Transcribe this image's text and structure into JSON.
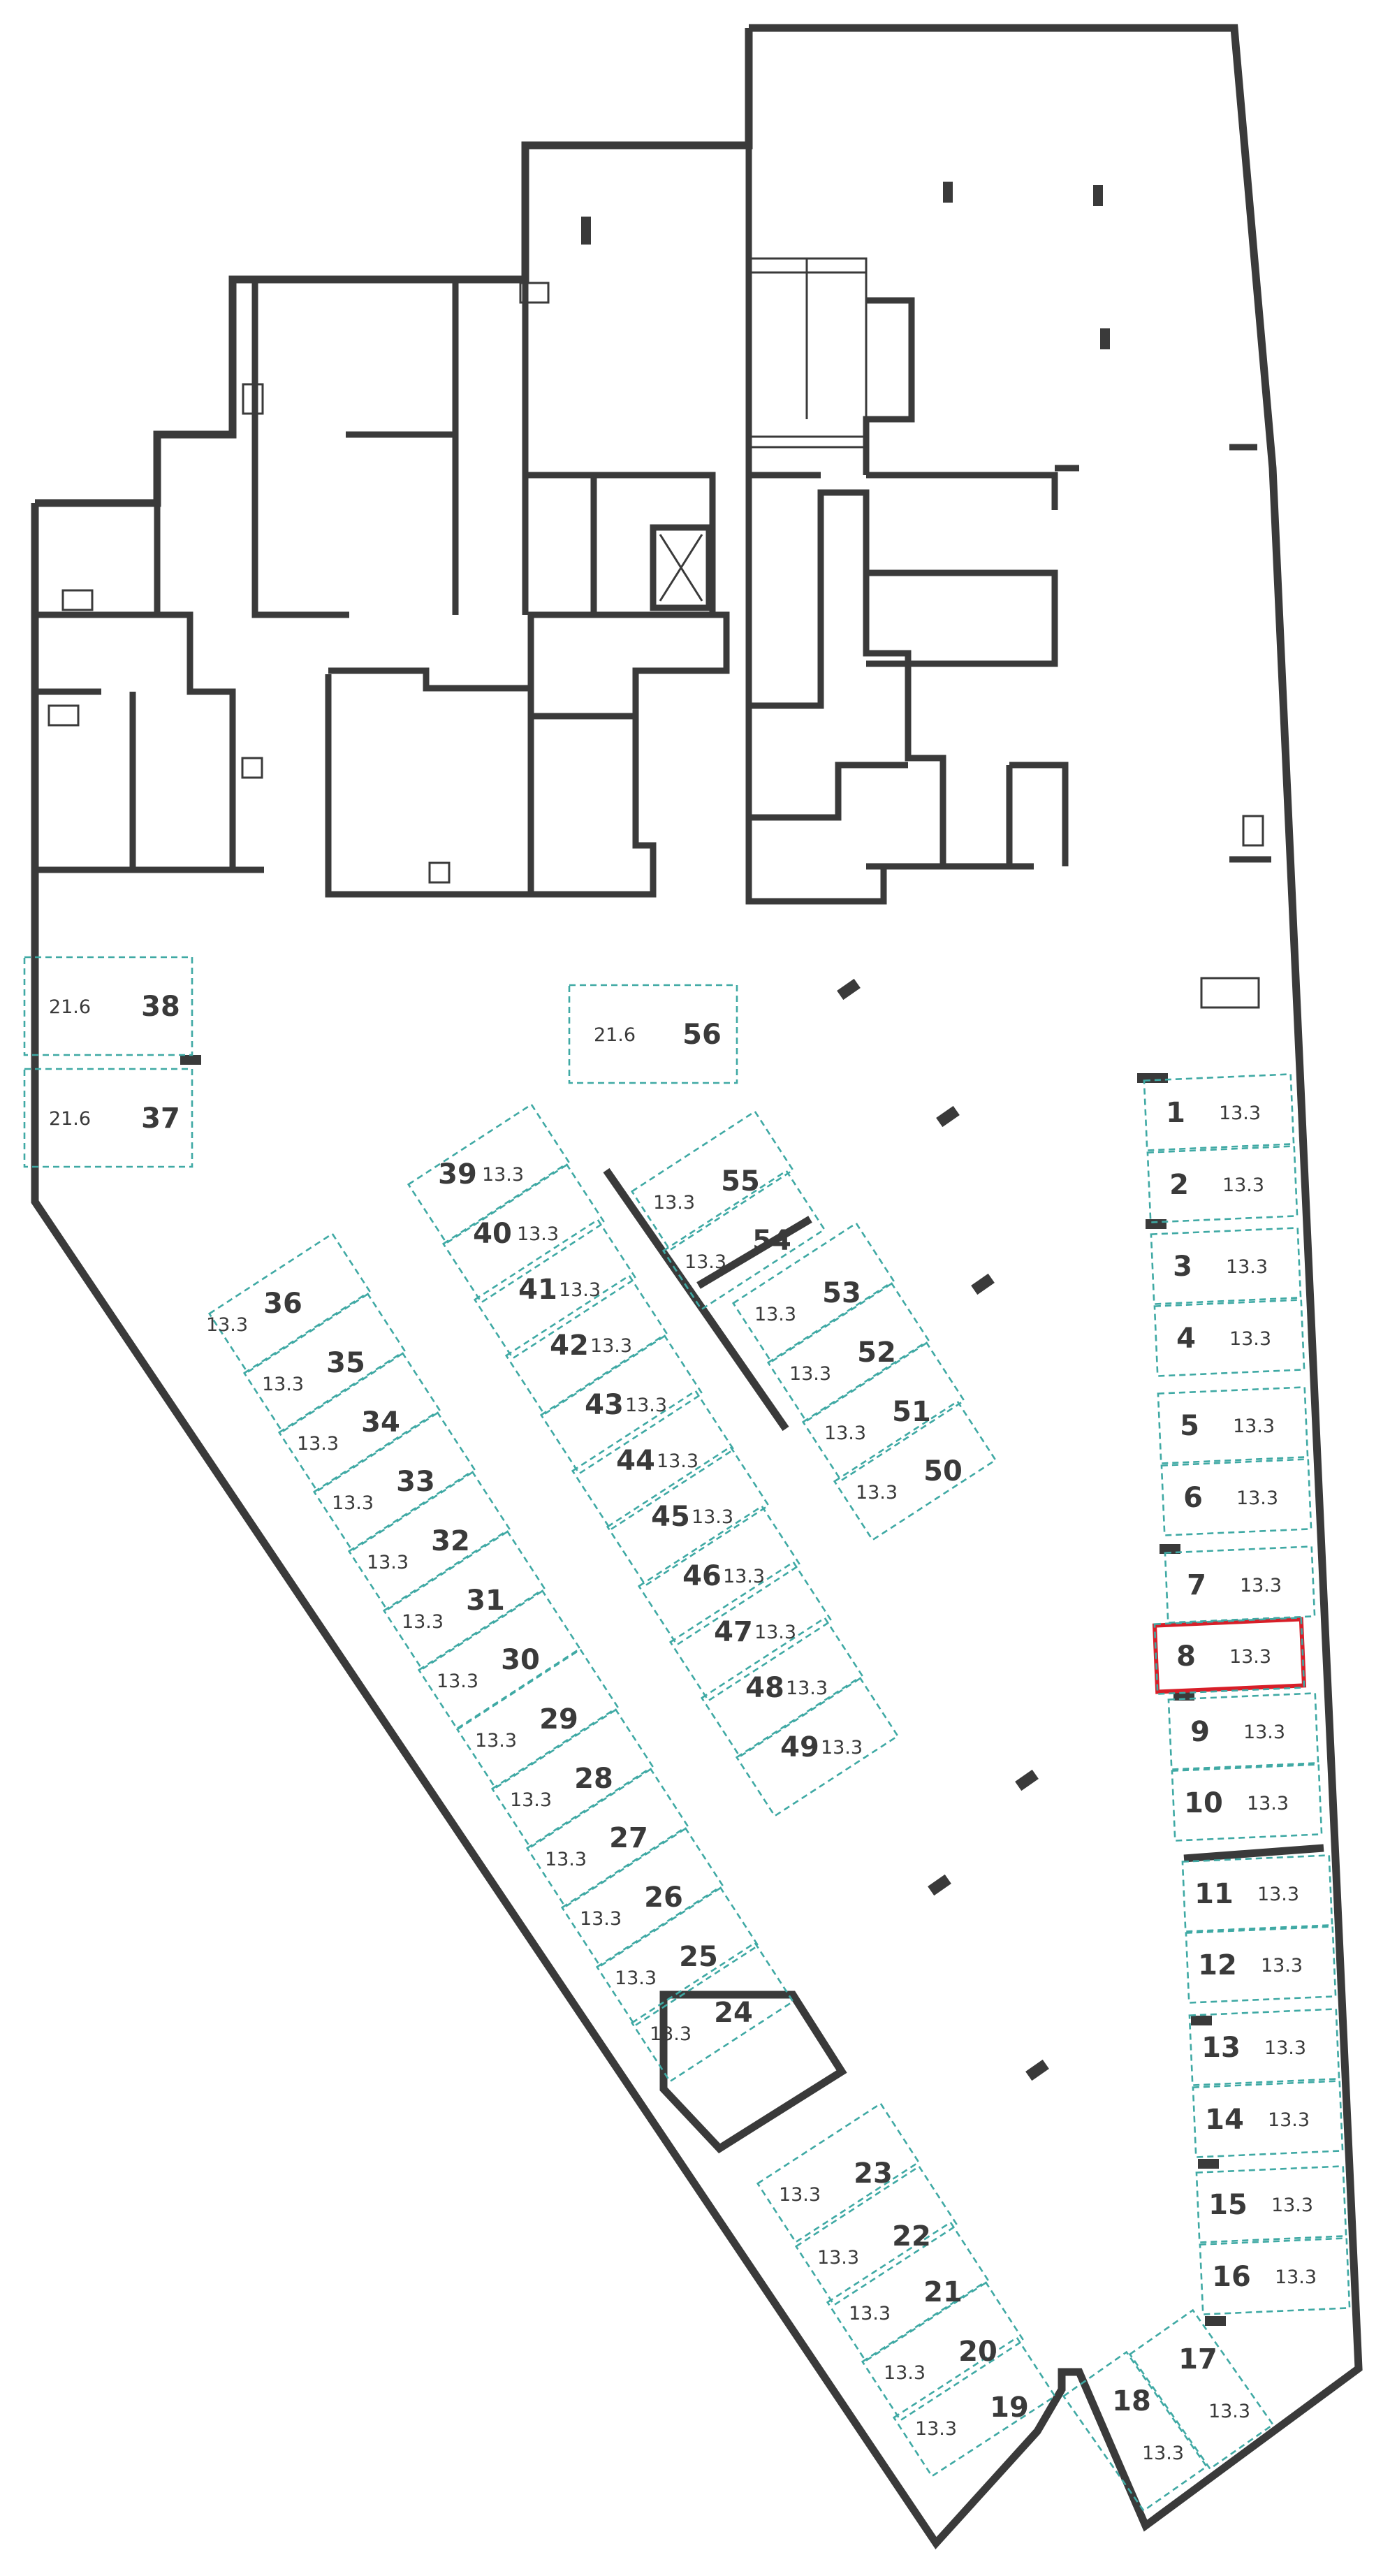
{
  "plan": {
    "highlighted_slot": "8",
    "colors": {
      "slot_outline": "#3fa9a4",
      "wall": "#3a3a3a",
      "highlight": "#d81e28"
    },
    "slots": [
      {
        "num": "1",
        "area": "13.3"
      },
      {
        "num": "2",
        "area": "13.3"
      },
      {
        "num": "3",
        "area": "13.3"
      },
      {
        "num": "4",
        "area": "13.3"
      },
      {
        "num": "5",
        "area": "13.3"
      },
      {
        "num": "6",
        "area": "13.3"
      },
      {
        "num": "7",
        "area": "13.3"
      },
      {
        "num": "8",
        "area": "13.3"
      },
      {
        "num": "9",
        "area": "13.3"
      },
      {
        "num": "10",
        "area": "13.3"
      },
      {
        "num": "11",
        "area": "13.3"
      },
      {
        "num": "12",
        "area": "13.3"
      },
      {
        "num": "13",
        "area": "13.3"
      },
      {
        "num": "14",
        "area": "13.3"
      },
      {
        "num": "15",
        "area": "13.3"
      },
      {
        "num": "16",
        "area": "13.3"
      },
      {
        "num": "17",
        "area": "13.3"
      },
      {
        "num": "18",
        "area": "13.3"
      },
      {
        "num": "19",
        "area": "13.3"
      },
      {
        "num": "20",
        "area": "13.3"
      },
      {
        "num": "21",
        "area": "13.3"
      },
      {
        "num": "22",
        "area": "13.3"
      },
      {
        "num": "23",
        "area": "13.3"
      },
      {
        "num": "24",
        "area": "13.3"
      },
      {
        "num": "25",
        "area": "13.3"
      },
      {
        "num": "26",
        "area": "13.3"
      },
      {
        "num": "27",
        "area": "13.3"
      },
      {
        "num": "28",
        "area": "13.3"
      },
      {
        "num": "29",
        "area": "13.3"
      },
      {
        "num": "30",
        "area": "13.3"
      },
      {
        "num": "31",
        "area": "13.3"
      },
      {
        "num": "32",
        "area": "13.3"
      },
      {
        "num": "33",
        "area": "13.3"
      },
      {
        "num": "34",
        "area": "13.3"
      },
      {
        "num": "35",
        "area": "13.3"
      },
      {
        "num": "36",
        "area": "13.3"
      },
      {
        "num": "37",
        "area": "21.6"
      },
      {
        "num": "38",
        "area": "21.6"
      },
      {
        "num": "39",
        "area": "13.3"
      },
      {
        "num": "40",
        "area": "13.3"
      },
      {
        "num": "41",
        "area": "13.3"
      },
      {
        "num": "42",
        "area": "13.3"
      },
      {
        "num": "43",
        "area": "13.3"
      },
      {
        "num": "44",
        "area": "13.3"
      },
      {
        "num": "45",
        "area": "13.3"
      },
      {
        "num": "46",
        "area": "13.3"
      },
      {
        "num": "47",
        "area": "13.3"
      },
      {
        "num": "48",
        "area": "13.3"
      },
      {
        "num": "49",
        "area": "13.3"
      },
      {
        "num": "50",
        "area": "13.3"
      },
      {
        "num": "51",
        "area": "13.3"
      },
      {
        "num": "52",
        "area": "13.3"
      },
      {
        "num": "53",
        "area": "13.3"
      },
      {
        "num": "54",
        "area": "13.3"
      },
      {
        "num": "55",
        "area": "13.3"
      },
      {
        "num": "56",
        "area": "21.6"
      }
    ]
  }
}
